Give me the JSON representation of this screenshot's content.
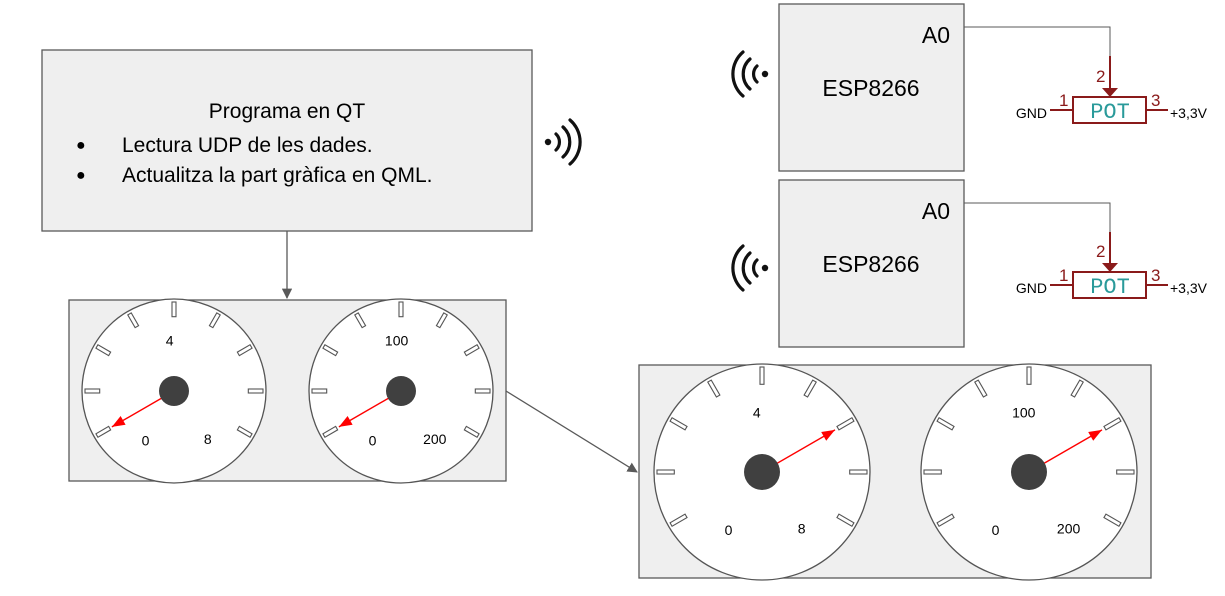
{
  "qt_program": {
    "title": "Programa en QT",
    "bullets": [
      "Lectura UDP de les dades.",
      "Actualitza la part gràfica en QML."
    ]
  },
  "esp_modules": [
    {
      "name": "ESP8266",
      "pin": "A0"
    },
    {
      "name": "ESP8266",
      "pin": "A0"
    }
  ],
  "potentiometers": [
    {
      "label": "POT",
      "pin1": "1",
      "pin2": "2",
      "pin3": "3",
      "left_net": "GND",
      "right_net": "+3,3V"
    },
    {
      "label": "POT",
      "pin1": "1",
      "pin2": "2",
      "pin3": "3",
      "left_net": "GND",
      "right_net": "+3,3V"
    }
  ],
  "gauge_panels": [
    {
      "gauges": [
        {
          "labels": [
            "0",
            "4",
            "8"
          ],
          "min": 0,
          "max": 8,
          "value": 0
        },
        {
          "labels": [
            "0",
            "100",
            "200"
          ],
          "min": 0,
          "max": 200,
          "value": 0
        }
      ]
    },
    {
      "gauges": [
        {
          "labels": [
            "0",
            "4",
            "8"
          ],
          "min": 0,
          "max": 8,
          "value": 6
        },
        {
          "labels": [
            "0",
            "100",
            "200"
          ],
          "min": 0,
          "max": 200,
          "value": 150
        }
      ]
    }
  ],
  "colors": {
    "box_fill": "#efefef",
    "line": "#595959",
    "needle": "#ff0000",
    "pot_outline": "#8a1a1a",
    "pot_text": "#2a9a9a"
  },
  "icons": [
    "wifi-signal-icon"
  ]
}
